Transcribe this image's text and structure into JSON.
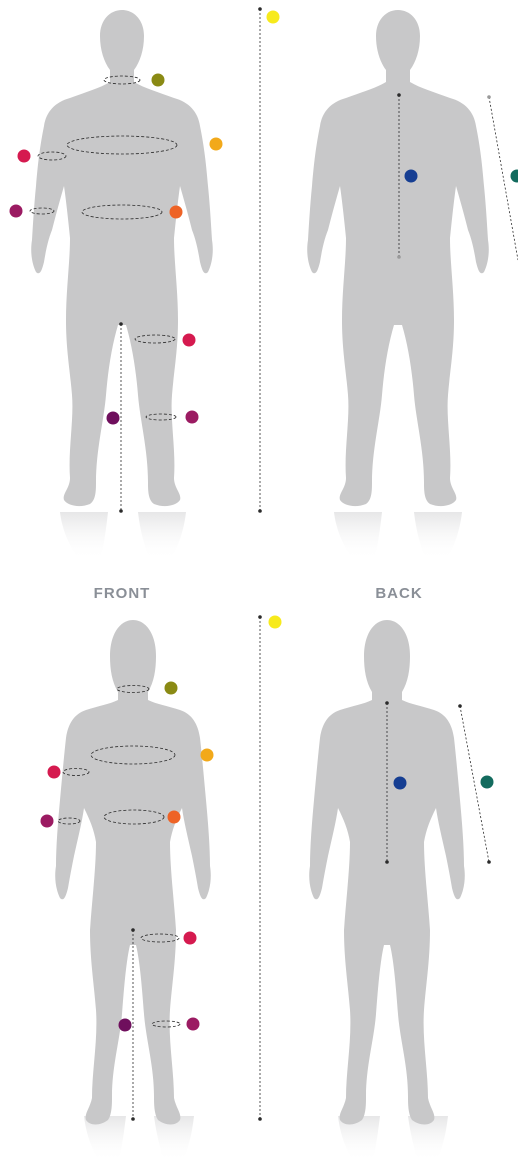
{
  "labels": {
    "front": "FRONT",
    "back": "BACK"
  },
  "colors": {
    "body": "#c8c8c9",
    "reflection": "#eeeeef",
    "dash": "#2b2b2b",
    "marker_neck": "#8a8a14",
    "marker_shoulder": "#f2a91a",
    "marker_chest_side": "#d51a4f",
    "marker_forearm": "#9b1b62",
    "marker_waist": "#ee6326",
    "marker_thigh": "#d51a4f",
    "marker_calf": "#9b1b62",
    "marker_inseam": "#6f0f5d",
    "marker_height": "#f7ea1c",
    "marker_back_length": "#163e92",
    "marker_sleeve": "#136b5e"
  },
  "figures": [
    {
      "name": "male-front",
      "view": "front",
      "sex": "male"
    },
    {
      "name": "male-back",
      "view": "back",
      "sex": "male"
    },
    {
      "name": "female-front",
      "view": "front",
      "sex": "female"
    },
    {
      "name": "female-back",
      "view": "back",
      "sex": "female"
    }
  ]
}
